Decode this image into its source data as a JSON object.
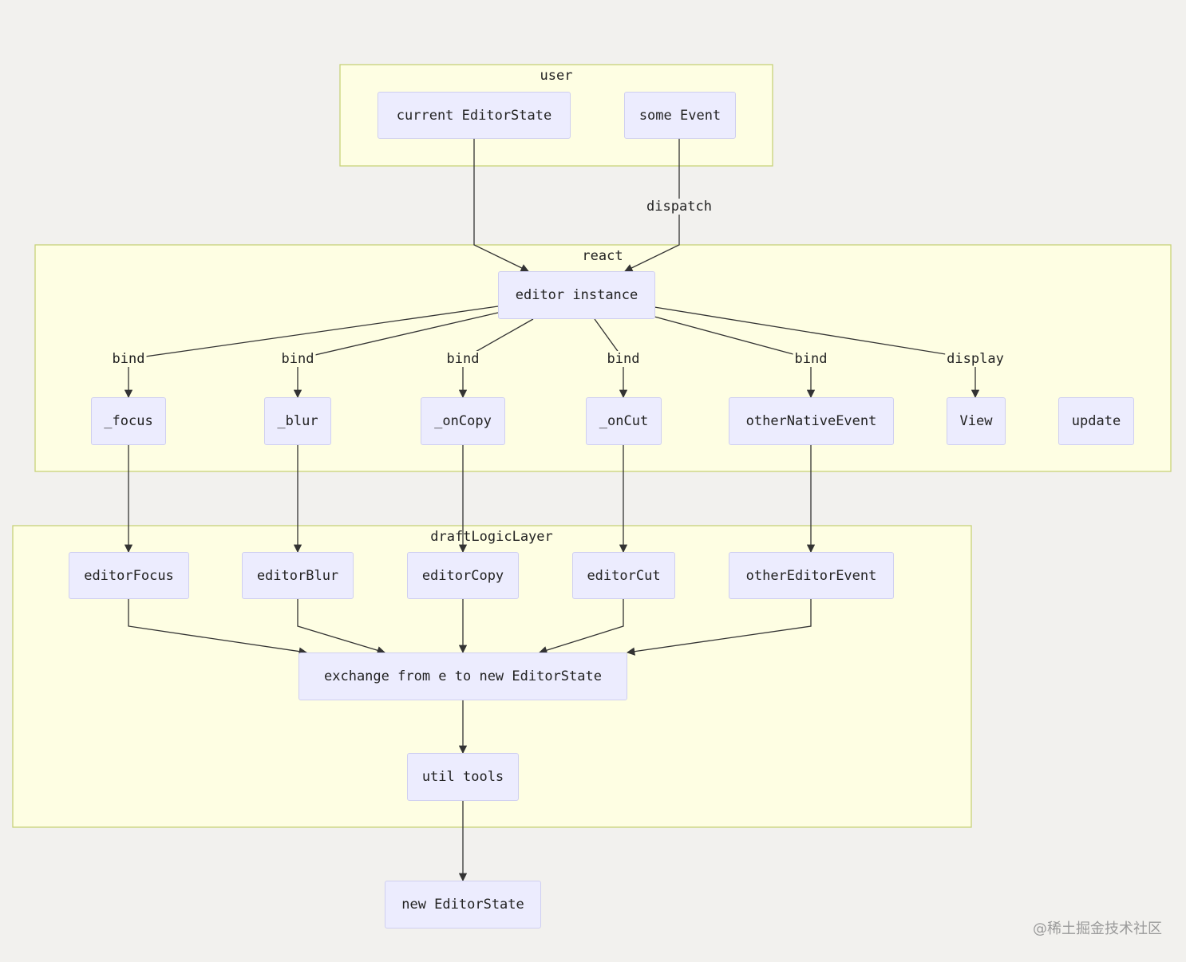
{
  "clusters": {
    "user": "user",
    "react": "react",
    "logic": "draftLogicLayer"
  },
  "nodes": {
    "current_state": "current EditorState",
    "some_event": "some Event",
    "editor_instance": "editor instance",
    "focus": "_focus",
    "blur": "_blur",
    "oncopy": "_onCopy",
    "oncut": "_onCut",
    "other_native": "otherNativeEvent",
    "view": "View",
    "update": "update",
    "editor_focus": "editorFocus",
    "editor_blur": "editorBlur",
    "editor_copy": "editorCopy",
    "editor_cut": "editorCut",
    "other_editor": "otherEditorEvent",
    "exchange": "exchange from e to new EditorState",
    "util_tools": "util tools",
    "new_state": "new EditorState"
  },
  "edge_labels": {
    "dispatch": "dispatch",
    "bind_focus": "bind",
    "bind_blur": "bind",
    "bind_copy": "bind",
    "bind_cut": "bind",
    "bind_other": "bind",
    "display": "display"
  },
  "colors": {
    "cluster_fill": "#fefee3",
    "cluster_stroke": "#c8d27a",
    "node_fill": "#ececfe",
    "node_stroke": "#cfcff0",
    "edge": "#333333",
    "background": "#f2f1ee"
  },
  "watermark": "@稀土掘金技术社区"
}
